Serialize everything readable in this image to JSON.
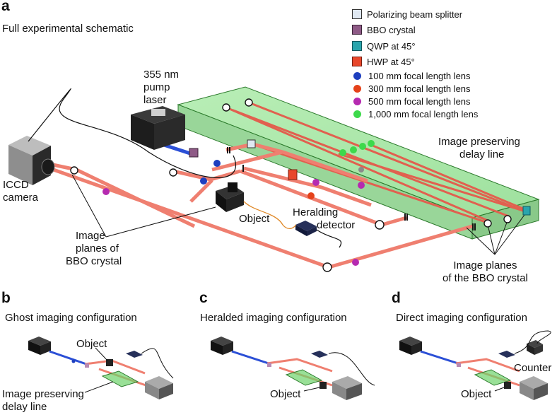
{
  "panels": {
    "a": {
      "letter": "a",
      "title": "Full experimental schematic"
    },
    "b": {
      "letter": "b",
      "title": "Ghost imaging configuration"
    },
    "c": {
      "letter": "c",
      "title": "Heralded imaging configuration"
    },
    "d": {
      "letter": "d",
      "title": "Direct imaging configuration"
    }
  },
  "legend": [
    {
      "label": "Polarizing beam splitter",
      "icon": "cube-icon",
      "color": "#dfe8f2"
    },
    {
      "label": "BBO crystal",
      "icon": "square-icon",
      "color": "#8e5a86"
    },
    {
      "label": "QWP at 45°",
      "icon": "square-icon",
      "color": "#2aa5ad"
    },
    {
      "label": "HWP at 45°",
      "icon": "square-icon",
      "color": "#e8472b"
    },
    {
      "label": "100 mm focal length lens",
      "icon": "dot-icon",
      "color": "#1e3fbf"
    },
    {
      "label": "300 mm focal length lens",
      "icon": "dot-icon",
      "color": "#e5421a"
    },
    {
      "label": "500 mm focal length lens",
      "icon": "dot-icon",
      "color": "#b52ab0"
    },
    {
      "label": "1,000 mm focal length lens",
      "icon": "dot-icon",
      "color": "#3dd94b"
    }
  ],
  "labels": {
    "pump_laser": [
      "355 nm",
      "pump",
      "laser"
    ],
    "iccd_camera": [
      "ICCD",
      "camera"
    ],
    "object": "Object",
    "heralding_detector": [
      "Heralding",
      "detector"
    ],
    "delay_line": [
      "Image preserving",
      "delay line"
    ],
    "image_planes_bbo_left": [
      "Image",
      "planes of",
      "BBO crystal"
    ],
    "image_planes_bbo_right": [
      "Image planes",
      "of the BBO crystal"
    ],
    "b_object": "Object",
    "b_delay_line": [
      "Image preserving",
      "delay line"
    ],
    "c_object": "Object",
    "d_object": "Object",
    "d_counter": "Counter"
  },
  "colors": {
    "beam": "#f07b6c",
    "pump_beam": "#2b4fd6",
    "delay_box": "#5fd15f",
    "camera_body": "#9a9a9a",
    "laser_body": "#1e1e1e"
  }
}
